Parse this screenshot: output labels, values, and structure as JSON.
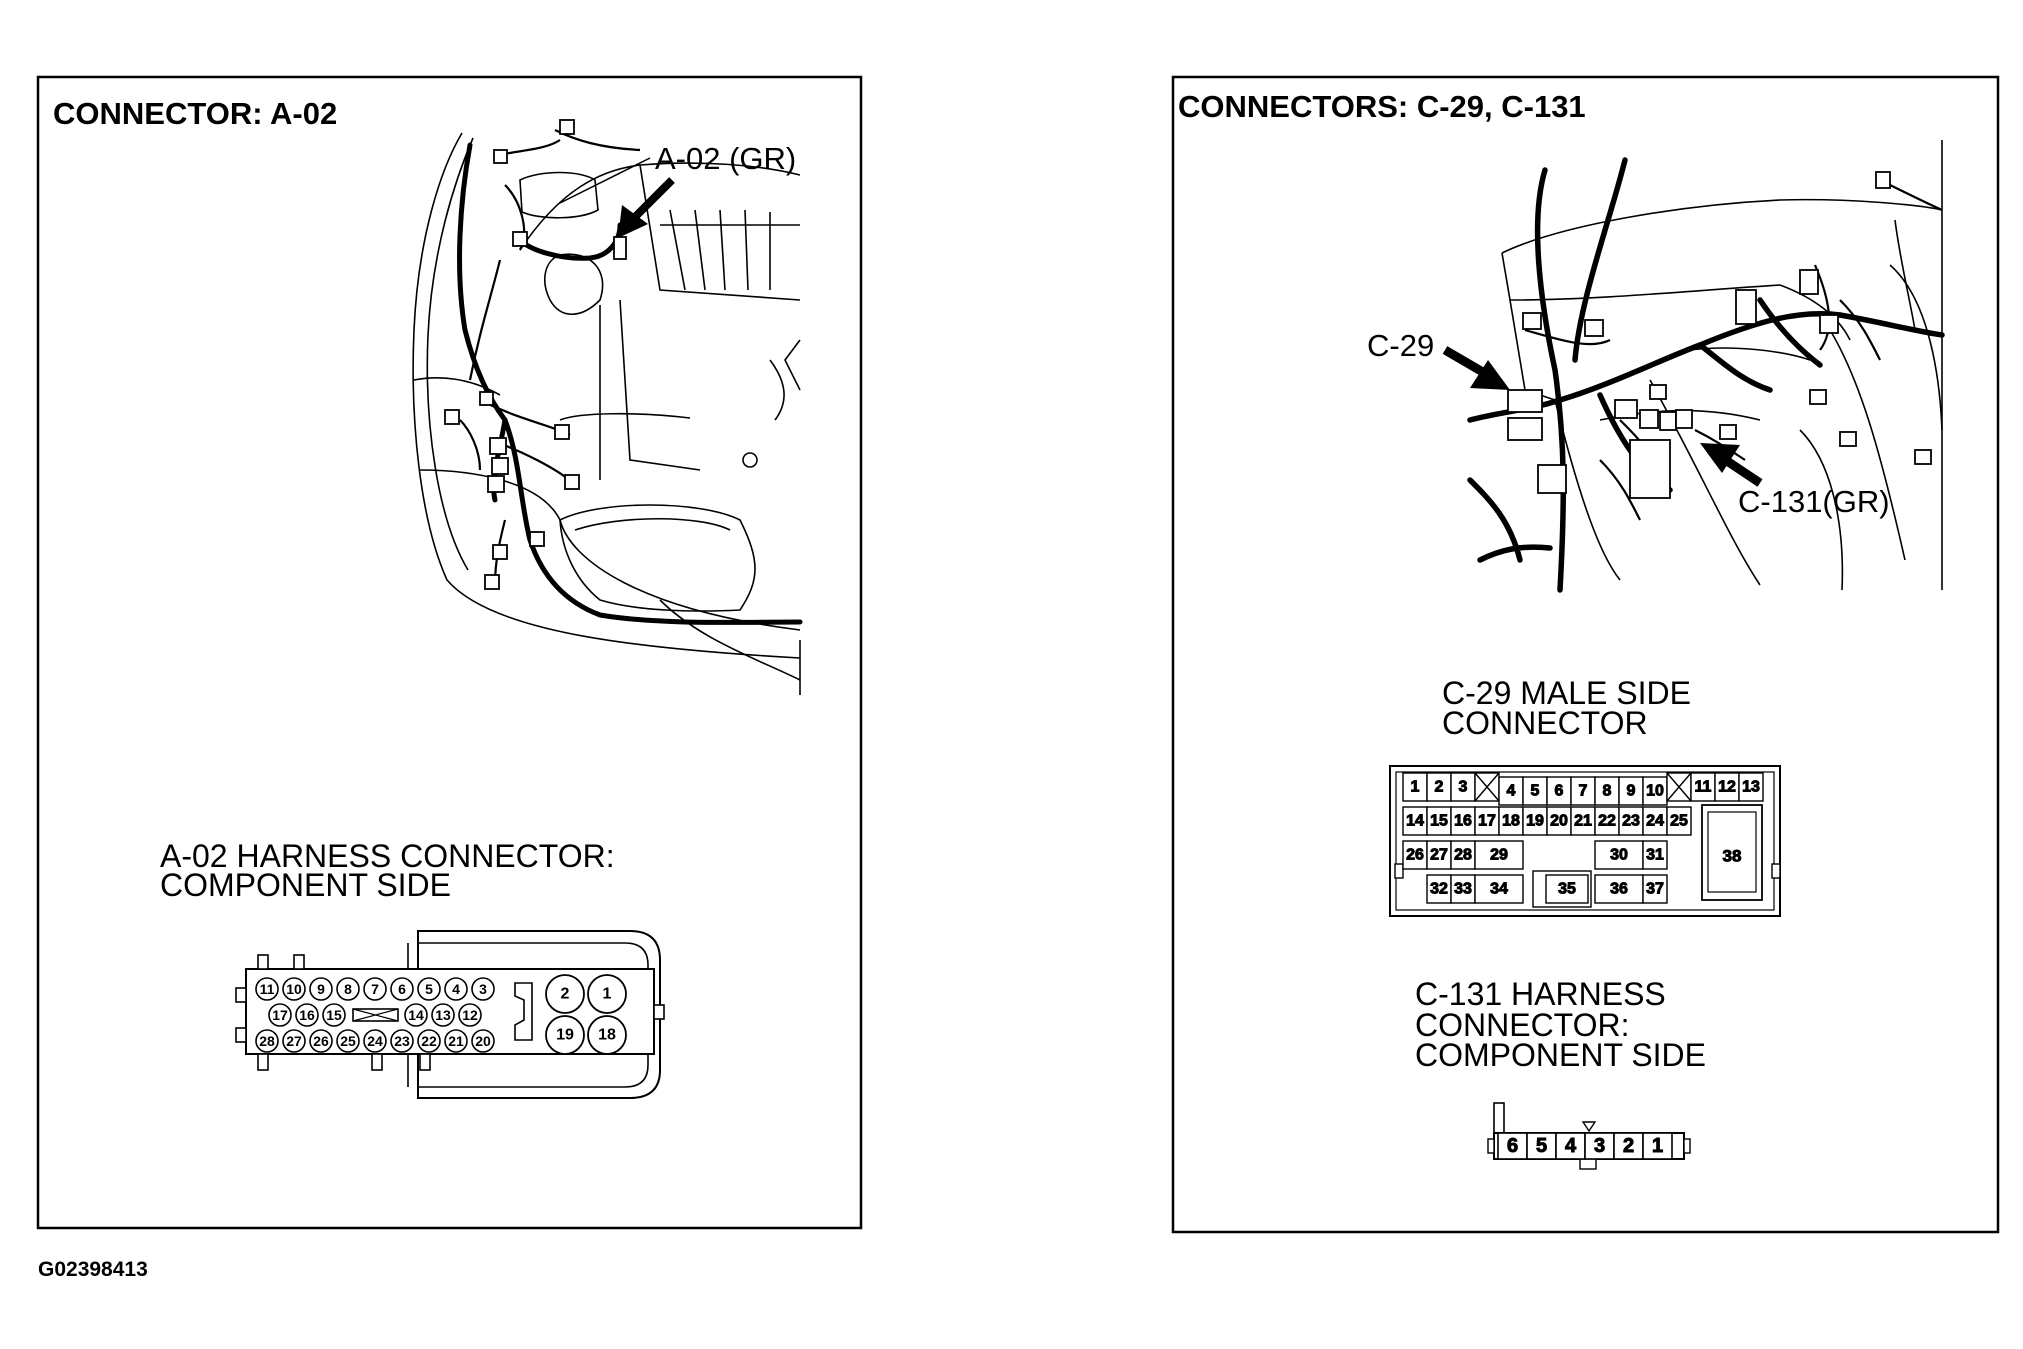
{
  "figure_id": "G02398413",
  "left_panel": {
    "title": "CONNECTOR: A-02",
    "callout": "A-02 (GR)",
    "subtitle_line1": "A-02 HARNESS CONNECTOR:",
    "subtitle_line2": "COMPONENT SIDE",
    "pins_row1": [
      "11",
      "10",
      "9",
      "8",
      "7",
      "6",
      "5",
      "4",
      "3"
    ],
    "pins_row2": [
      "17",
      "16",
      "15",
      "14",
      "13",
      "12"
    ],
    "pins_row3": [
      "28",
      "27",
      "26",
      "25",
      "24",
      "23",
      "22",
      "21",
      "20"
    ],
    "big_pins": [
      "2",
      "1",
      "19",
      "18"
    ]
  },
  "right_panel": {
    "title": "CONNECTORS: C-29, C-131",
    "callout_c29": "C-29",
    "callout_c131": "C-131(GR)",
    "c29_title_line1": "C-29 MALE SIDE",
    "c29_title_line2": "CONNECTOR",
    "c29_row1_left": [
      "1",
      "2",
      "3"
    ],
    "c29_row1_mid": [
      "4",
      "5",
      "6",
      "7",
      "8",
      "9",
      "10"
    ],
    "c29_row1_right": [
      "11",
      "12",
      "13"
    ],
    "c29_row2": [
      "14",
      "15",
      "16",
      "17",
      "18",
      "19",
      "20",
      "21",
      "22",
      "23",
      "24",
      "25"
    ],
    "c29_row3_left": [
      "26",
      "27",
      "28"
    ],
    "c29_29": "29",
    "c29_30": "30",
    "c29_31": "31",
    "c29_32": "32",
    "c29_33": "33",
    "c29_34": "34",
    "c29_35": "35",
    "c29_36": "36",
    "c29_37": "37",
    "c29_38": "38",
    "c131_title_line1": "C-131 HARNESS",
    "c131_title_line2": "CONNECTOR:",
    "c131_title_line3": "COMPONENT SIDE",
    "c131_pins": [
      "6",
      "5",
      "4",
      "3",
      "2",
      "1"
    ]
  }
}
